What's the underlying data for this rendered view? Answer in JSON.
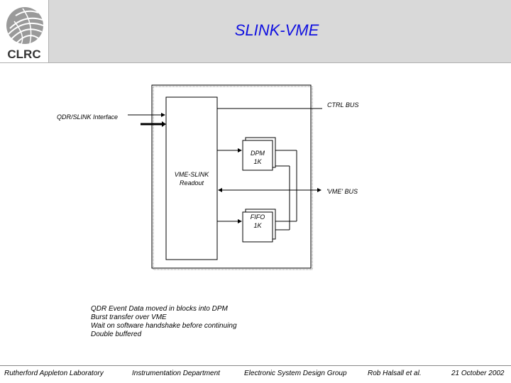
{
  "header": {
    "title": "SLINK-VME",
    "logo_text": "CLRC",
    "band_color": "#d9d9d9",
    "title_color": "#1010e0"
  },
  "diagram": {
    "labels": {
      "ctrl_bus": "CTRL BUS",
      "qdr_interface": "QDR/SLINK Interface",
      "dpm_line1": "DPM",
      "dpm_line2": "1K",
      "readout_line1": "VME-SLINK",
      "readout_line2": "Readout",
      "vme_bus": "'VME' BUS",
      "fifo_line1": "FIFO",
      "fifo_line2": "1K"
    }
  },
  "notes": [
    "QDR Event Data moved in blocks into DPM",
    "Burst transfer over VME",
    "Wait on software handshake before continuing",
    "Double buffered"
  ],
  "footer": {
    "lab": "Rutherford Appleton Laboratory",
    "department": "Instrumentation Department",
    "group": "Electronic System Design Group",
    "author": "Rob Halsall et al.",
    "date": "21 October 2002"
  }
}
